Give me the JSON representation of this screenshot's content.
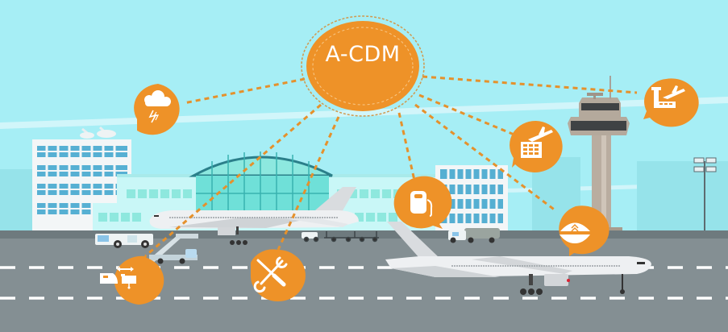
{
  "scene": {
    "title": "Airport Collaborative Decision Making illustration",
    "colors": {
      "sky": "#a6eef5",
      "accent_orange": "#ee9228",
      "tarmac": "#848f93",
      "runway_marking": "#ffffff",
      "building_white": "#f3f6f7",
      "window_blue": "#3aa3cc",
      "terminal_cyan": "#c9f7f7",
      "glass_green": "#6fe0d8",
      "tower_gray": "#b9ada0"
    }
  },
  "hub": {
    "label": "A-CDM",
    "icon": "hub-circle"
  },
  "nodes": [
    {
      "id": "weather",
      "icon": "storm-cloud-icon",
      "meaning": "Weather"
    },
    {
      "id": "atc",
      "icon": "tower-departure-icon",
      "meaning": "Air Traffic Control"
    },
    {
      "id": "schedule",
      "icon": "flight-schedule-icon",
      "meaning": "Airline Schedule"
    },
    {
      "id": "fuel",
      "icon": "fuel-pump-icon",
      "meaning": "Fueling"
    },
    {
      "id": "pilot",
      "icon": "pilot-cap-icon",
      "meaning": "Flight Crew"
    },
    {
      "id": "ground",
      "icon": "ground-handling-icon",
      "meaning": "Ground Handling"
    },
    {
      "id": "maintenance",
      "icon": "wrench-screwdriver-icon",
      "meaning": "Maintenance"
    }
  ]
}
